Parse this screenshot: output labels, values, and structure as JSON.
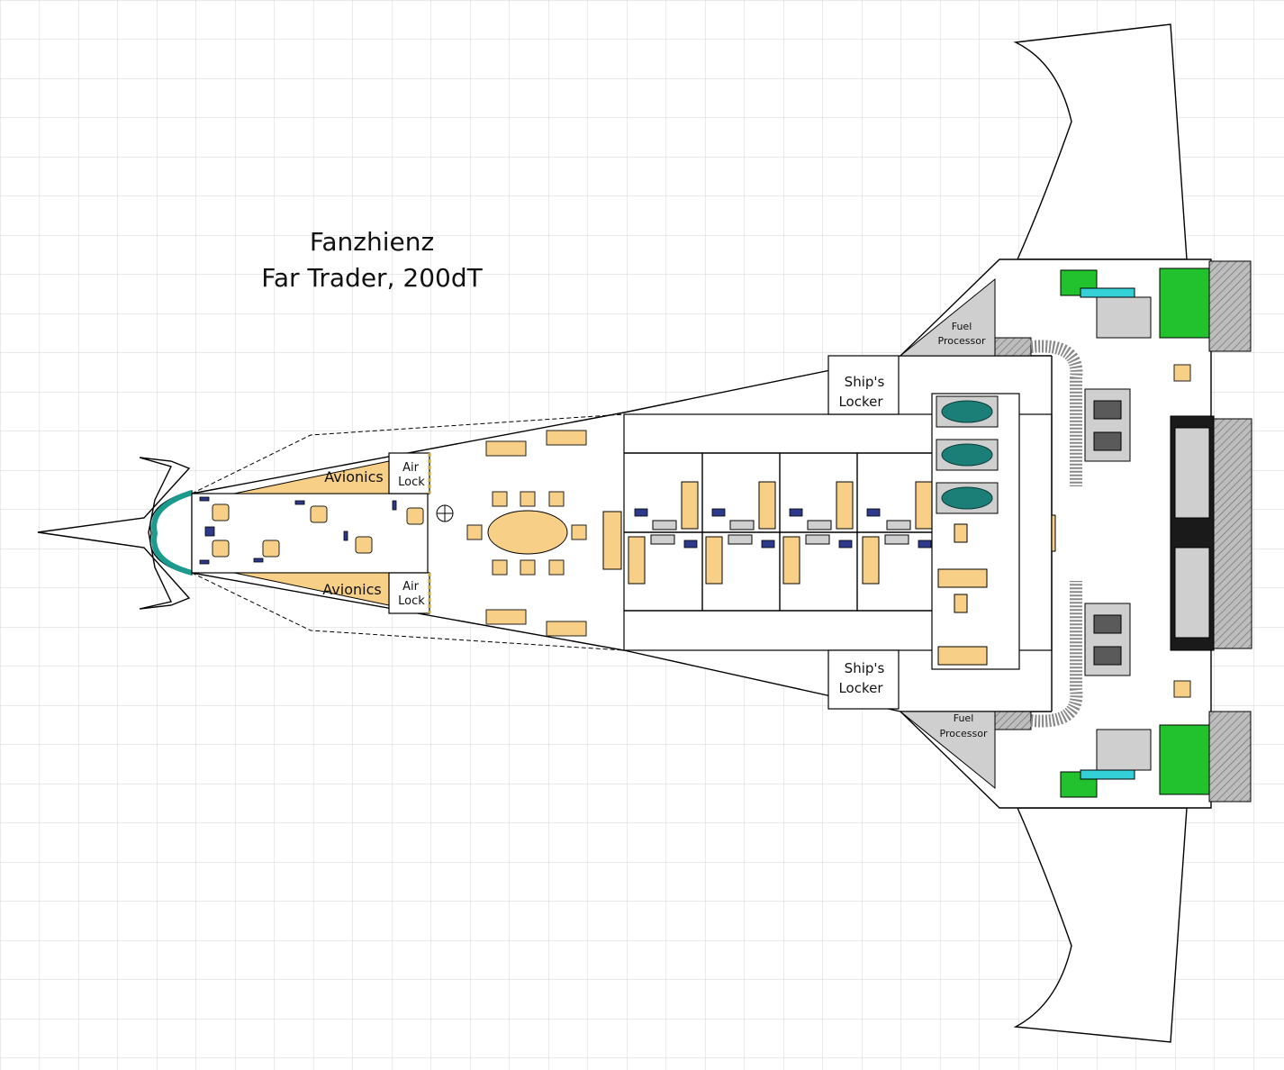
{
  "title": {
    "line1": "Fanzhienz",
    "line2": "Far Trader, 200dT"
  },
  "labels": {
    "avionics_top": "Avionics",
    "avionics_bottom": "Avionics",
    "airlock_top_1": "Air",
    "airlock_top_2": "Lock",
    "airlock_bottom_1": "Air",
    "airlock_bottom_2": "Lock",
    "locker_top_1": "Ship's",
    "locker_top_2": "Locker",
    "locker_bottom_1": "Ship's",
    "locker_bottom_2": "Locker",
    "fuel_top_1": "Fuel",
    "fuel_top_2": "Processor",
    "fuel_bottom_1": "Fuel",
    "fuel_bottom_2": "Processor"
  },
  "colors": {
    "grid": "#d6d6d6",
    "furniture": "#f8cf86",
    "drive": "#22c22e",
    "cockpit_window": "#1b9a8f",
    "tank": "#1b7f78"
  }
}
